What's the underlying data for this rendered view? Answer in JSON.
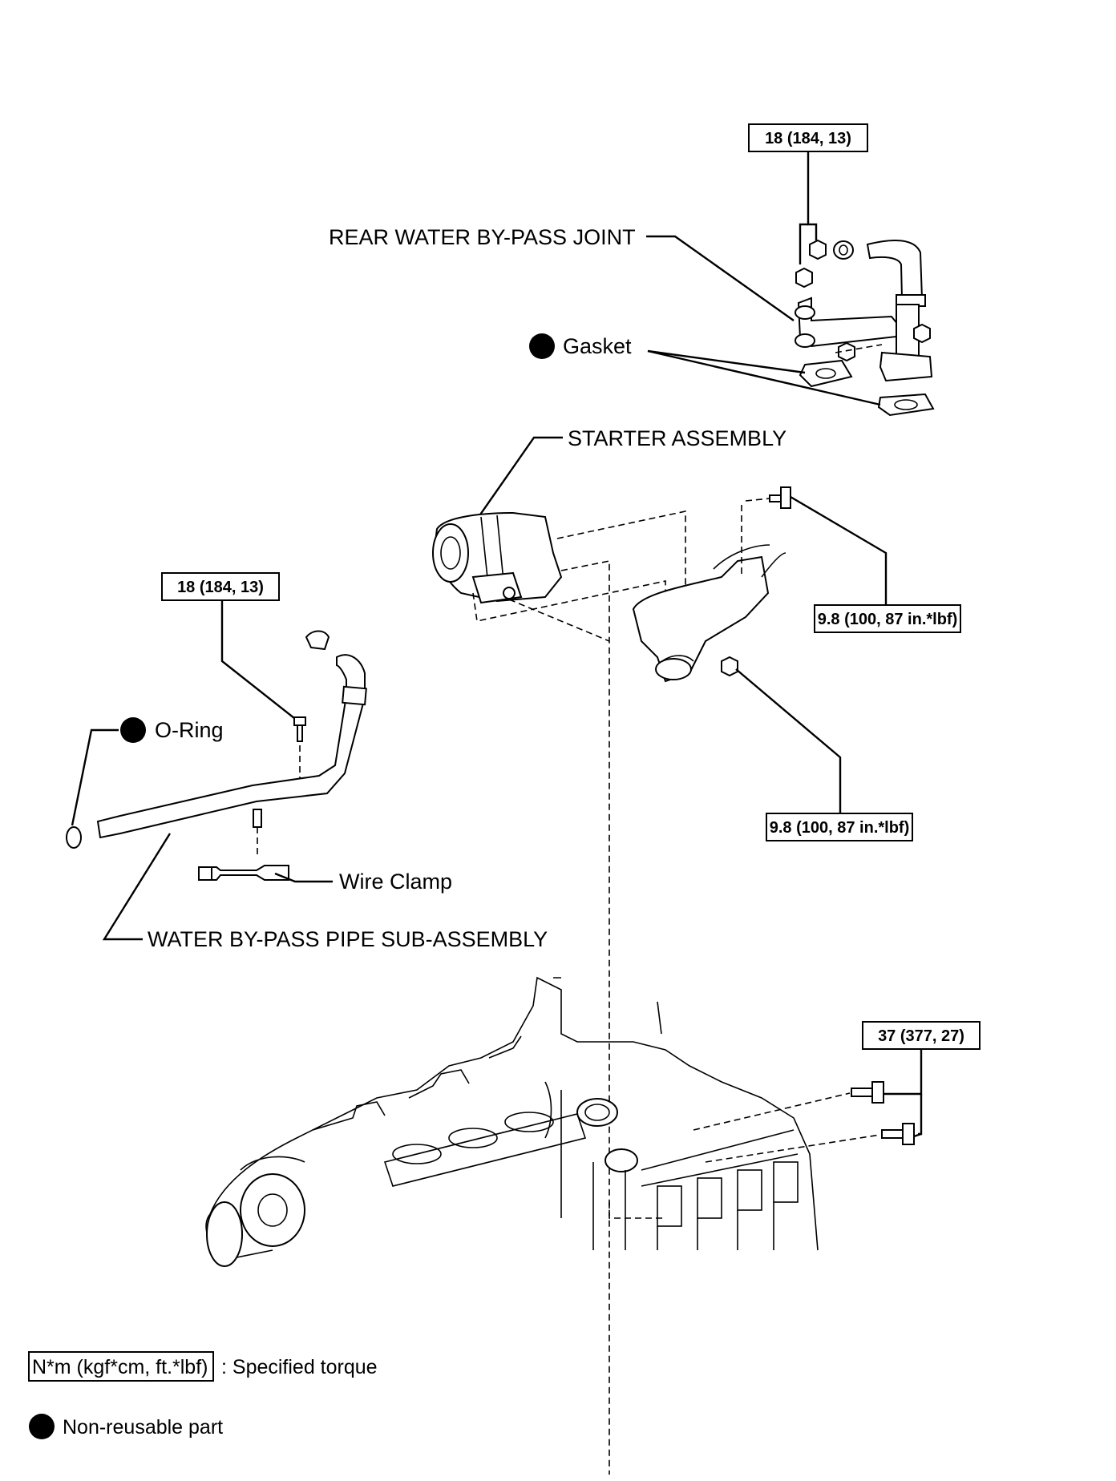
{
  "labels": {
    "rear_water_bypass_joint": "REAR WATER BY-PASS JOINT",
    "gasket": "Gasket",
    "starter_assembly": "STARTER ASSEMBLY",
    "o_ring": "O-Ring",
    "wire_clamp": "Wire Clamp",
    "water_bypass_pipe": "WATER BY-PASS PIPE SUB-ASSEMBLY"
  },
  "torques": {
    "joint_nut": "18 (184, 13)",
    "pipe_bolt": "18 (184, 13)",
    "starter_bolt": "9.8 (100, 87 in.*lbf)",
    "starter_nut": "9.8 (100, 87 in.*lbf)",
    "starter_mount": "37 (377, 27)"
  },
  "legend": {
    "torque_unit": "N*m (kgf*cm, ft.*lbf)",
    "torque_desc": ": Specified torque",
    "nonreusable_desc": "Non-reusable part"
  },
  "icons": {
    "non_reusable": "filled-circle-icon"
  },
  "colors": {
    "ink": "#000000",
    "paper": "#ffffff"
  }
}
